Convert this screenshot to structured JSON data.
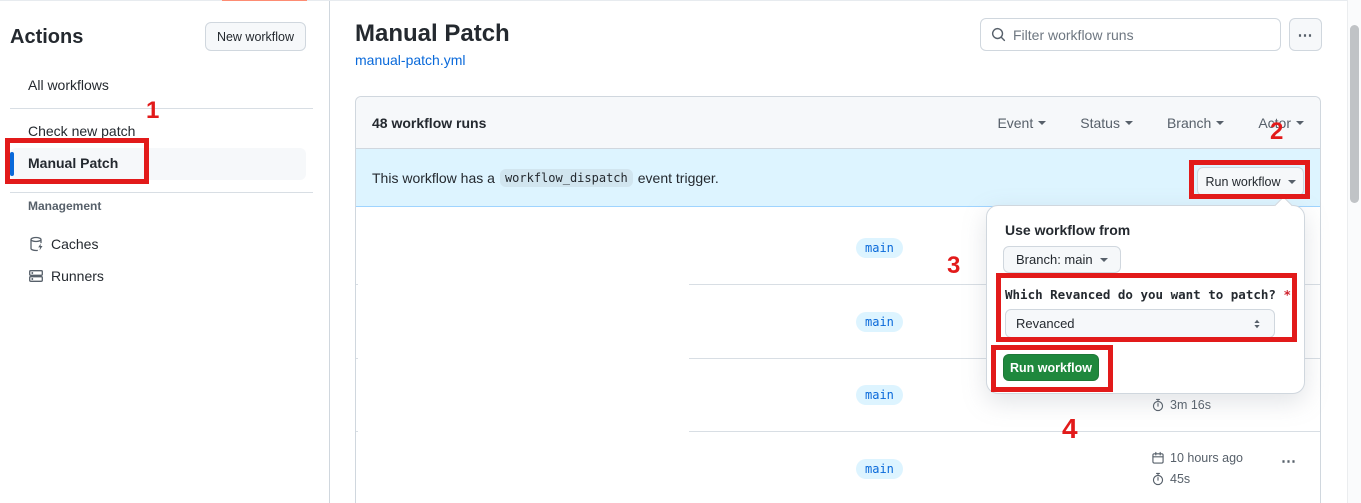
{
  "sidebar": {
    "title": "Actions",
    "new_workflow": "New workflow",
    "all_workflows": "All workflows",
    "check_new_patch": "Check new patch",
    "manual_patch": "Manual Patch",
    "management_heading": "Management",
    "caches": "Caches",
    "runners": "Runners"
  },
  "header": {
    "title": "Manual Patch",
    "file_link": "manual-patch.yml",
    "filter_placeholder": "Filter workflow runs"
  },
  "table": {
    "count": "48 workflow runs",
    "filters": {
      "event": "Event",
      "status": "Status",
      "branch": "Branch",
      "actor": "Actor"
    }
  },
  "banner": {
    "before": "This workflow has a",
    "code": "workflow_dispatch",
    "after": "event trigger.",
    "button": "Run workflow"
  },
  "popup": {
    "heading": "Use workflow from",
    "branch_button": "Branch: main",
    "question": "Which Revanced do you want to patch?",
    "required": "*",
    "select_value": "Revanced",
    "run_button": "Run workflow"
  },
  "runs": {
    "r1": {
      "branch": "main"
    },
    "r2": {
      "branch": "main"
    },
    "r3": {
      "branch": "main",
      "duration": "3m 16s"
    },
    "r4": {
      "branch": "main",
      "date": "10 hours ago",
      "duration": "45s"
    }
  },
  "icons": {
    "kebab": "⋯"
  },
  "annotations": {
    "n1": "1",
    "n2": "2",
    "n3": "3",
    "n4": "4"
  },
  "colors": {
    "annotation_red": "#e21a1a",
    "tab_accent_orange": "#fd8c73",
    "link_blue": "#0969da",
    "banner_bg": "#ddf4ff",
    "green_button": "#1f883d",
    "selected_accent": "#0969da"
  }
}
